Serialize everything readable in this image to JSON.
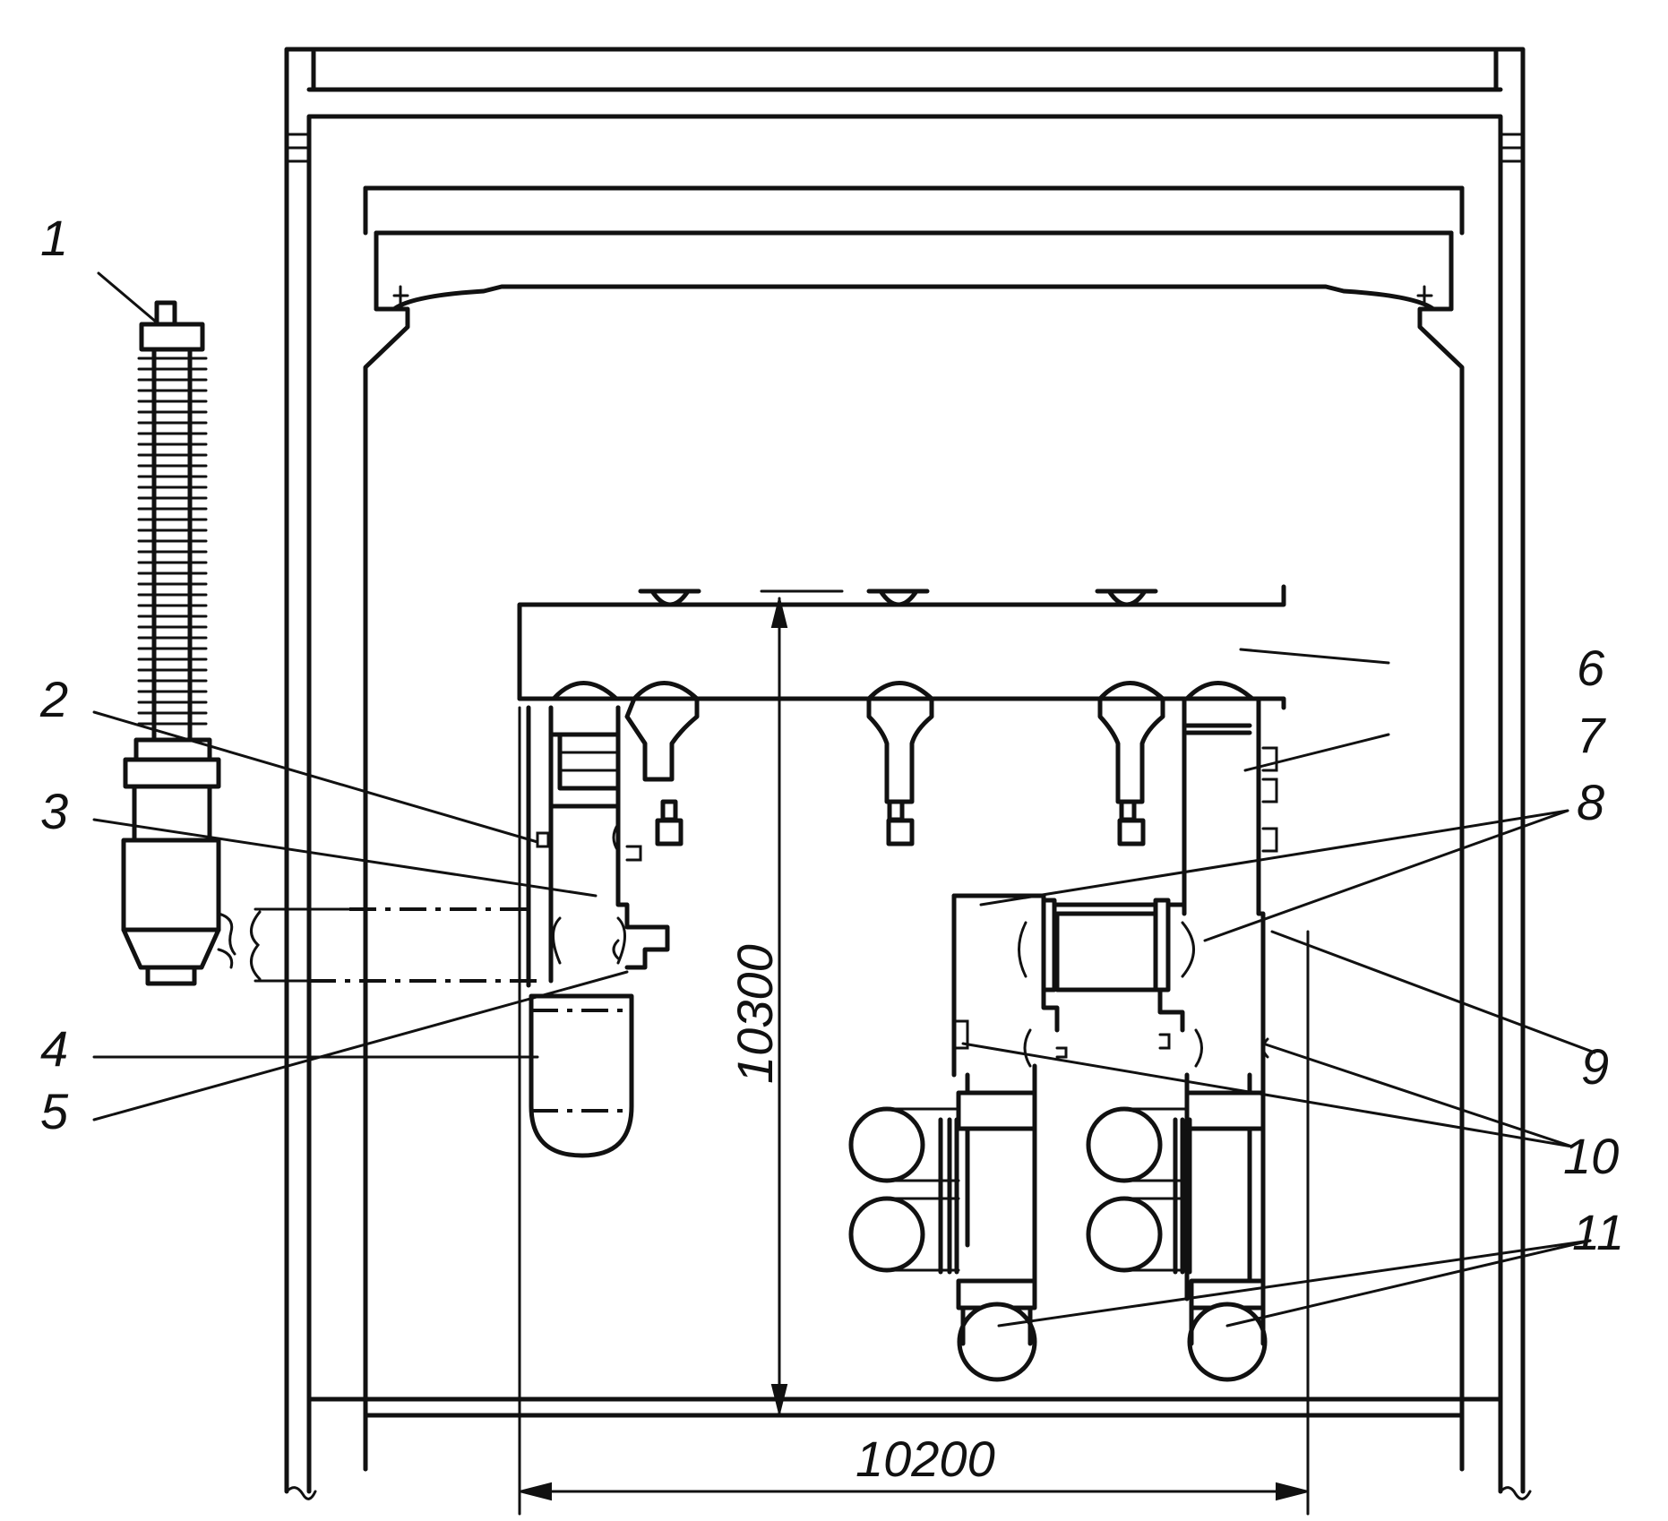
{
  "labels": [
    "1",
    "2",
    "3",
    "4",
    "5",
    "6",
    "7",
    "8",
    "9",
    "10",
    "11"
  ],
  "dimensions": {
    "height": "10300",
    "width": "10200"
  }
}
